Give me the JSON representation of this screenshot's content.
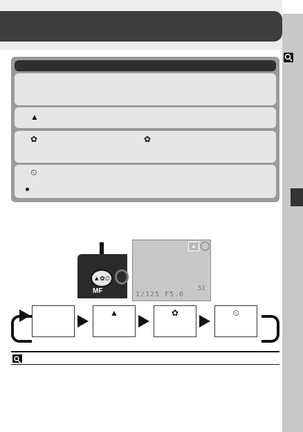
{
  "page": {
    "title": ""
  },
  "panel": {
    "header": "",
    "rows": [
      {
        "icon": "",
        "text": ""
      },
      {
        "icon": "▲",
        "text": ""
      },
      {
        "icon": "✿",
        "icon2": "✿",
        "text": ""
      },
      {
        "icon": "⏲",
        "text": ""
      }
    ]
  },
  "camera": {
    "button_label": "▲✿⏲",
    "mf_label": "MF"
  },
  "lcd": {
    "mode_badge": "▲",
    "readout": "1/125  F5.6",
    "frames": "51"
  },
  "flow": {
    "steps": [
      {
        "icon": ""
      },
      {
        "icon": "▲"
      },
      {
        "icon": "✿"
      },
      {
        "icon": "⏲"
      }
    ]
  },
  "icons": {
    "side": "magnifier-icon",
    "note": "magnifier-icon"
  },
  "colors": {
    "title_bar": "#3d3d3d",
    "panel": "#9a9a9a",
    "row": "#e6e6e6",
    "strip": "#c8c8c8"
  }
}
